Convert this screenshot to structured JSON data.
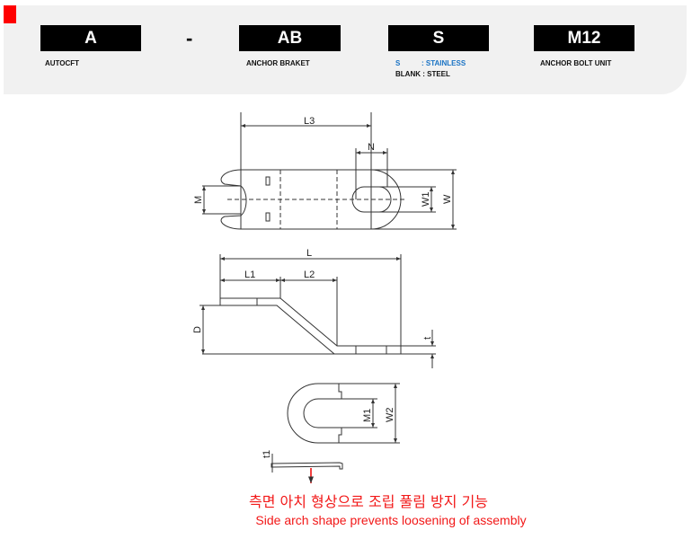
{
  "code": {
    "parts": [
      {
        "value": "A",
        "desc": "AUTOCFT"
      },
      {
        "value": "AB",
        "desc": "ANCHOR BRAKET"
      },
      {
        "value": "S",
        "desc_s_key": "S",
        "desc_s_val": ": STAINLESS",
        "desc_blank": "BLANK : STEEL"
      },
      {
        "value": "M12",
        "desc": "ANCHOR BOLT UNIT"
      }
    ],
    "separator": "-"
  },
  "drawing": {
    "dims": {
      "L3": "L3",
      "N": "N",
      "M": "M",
      "W1": "W1",
      "W": "W",
      "L": "L",
      "L1": "L1",
      "L2": "L2",
      "D": "D",
      "t": "t",
      "M1": "M1",
      "W2": "W2",
      "t1": "t1"
    }
  },
  "notes": {
    "korean": "측면 아치 형상으로 조립 풀림 방지 기능",
    "english": "Side arch shape prevents loosening of assembly"
  },
  "colors": {
    "accent": "#ff0000",
    "stainless": "#1a73c4",
    "note": "#f21818"
  }
}
